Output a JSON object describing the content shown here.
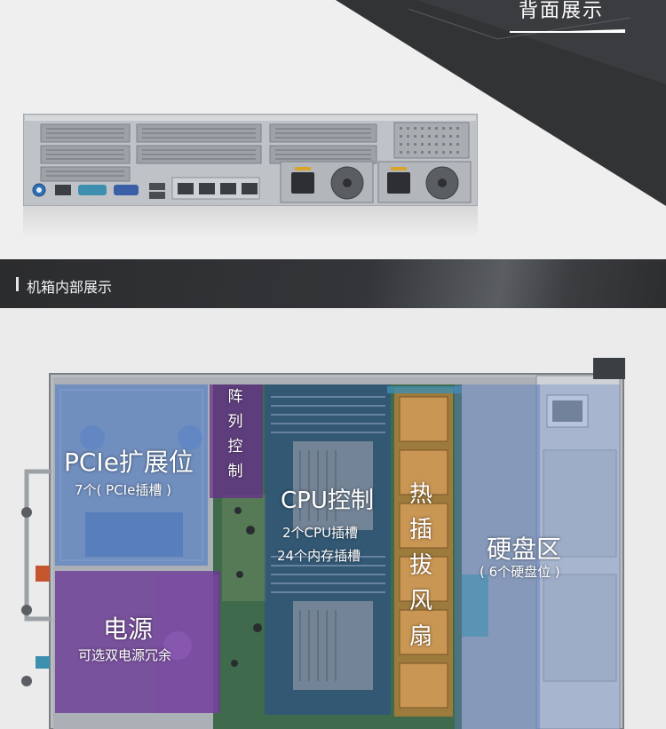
{
  "top": {
    "title": "背面展示"
  },
  "band": {
    "title": "机箱内部展示"
  },
  "zones": {
    "pcie": {
      "title": "PCIe扩展位",
      "sub": "7个( PCIe插槽 )"
    },
    "raid": {
      "chars": [
        "阵",
        "列",
        "控",
        "制"
      ]
    },
    "cpu": {
      "title": "CPU控制",
      "sub1": "2个CPU插槽",
      "sub2": "24个内存插槽"
    },
    "fan": {
      "chars": [
        "热",
        "插",
        "拔",
        "风",
        "扇"
      ]
    },
    "disk": {
      "title": "硬盘区",
      "sub": "( 6个硬盘位 )"
    },
    "psu": {
      "title": "电源",
      "sub": "可选双电源冗余"
    }
  },
  "colors": {
    "dark": "#333436",
    "pcie_overlay": "#3f73c4",
    "raid_overlay": "#6a2f8c",
    "cpu_overlay": "#2a4d8f",
    "fan_overlay": "#b5803a",
    "disk_overlay": "#5b7fc0",
    "psu_overlay": "#6c3796"
  },
  "icons": {
    "power_socket": "power-socket-icon",
    "fan": "fan-icon",
    "usb": "usb-port-icon",
    "vga": "vga-port-icon",
    "ethernet": "ethernet-port-icon"
  }
}
